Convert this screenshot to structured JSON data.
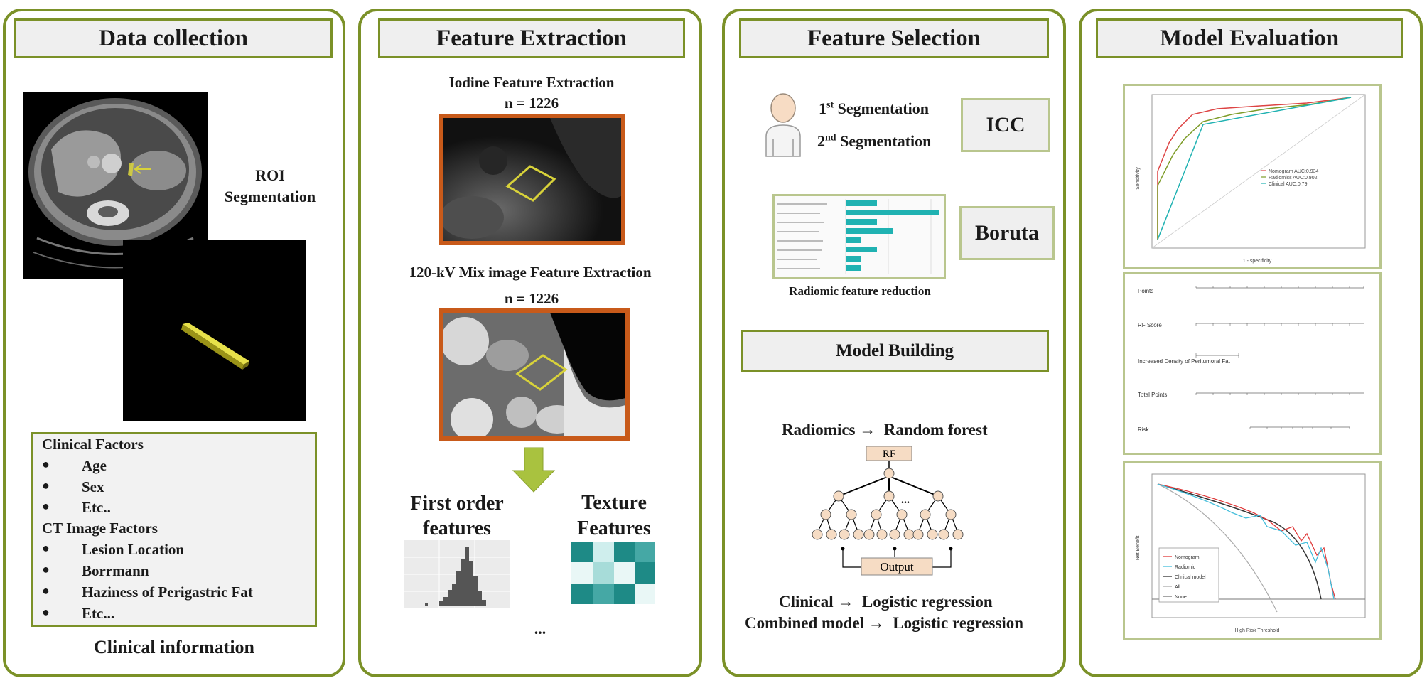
{
  "panels": {
    "data_collection": {
      "title": "Data collection",
      "roi_label_line1": "ROI",
      "roi_label_line2": "Segmentation",
      "clinical_factors_heading": "Clinical Factors",
      "clinical_factors": [
        "Age",
        "Sex",
        "Etc.."
      ],
      "ct_factors_heading": "CT Image Factors",
      "ct_factors": [
        "Lesion Location",
        "Borrmann",
        "Haziness of Perigastric Fat",
        "Etc..."
      ],
      "caption": "Clinical information"
    },
    "feature_extraction": {
      "title": "Feature Extraction",
      "iodine_title": "Iodine Feature Extraction",
      "iodine_n": "n = 1226",
      "mix_title": "120-kV Mix image Feature Extraction",
      "mix_n": "n = 1226",
      "first_order_line1": "First order",
      "first_order_line2": "features",
      "texture_line1": "Texture",
      "texture_line2": "Features",
      "ellipsis": "..."
    },
    "feature_selection": {
      "title": "Feature Selection",
      "seg1_num": "1",
      "seg1_sup": "st",
      "seg1_label": "Segmentation",
      "seg2_num": "2",
      "seg2_sup": "nd",
      "seg2_label": "Segmentation",
      "icc_label": "ICC",
      "boruta_label": "Boruta",
      "reduction_caption": "Radiomic feature reduction",
      "model_building_title": "Model Building",
      "radiomics_from": "Radiomics",
      "radiomics_to": "Random forest",
      "rf_label": "RF",
      "tree_ellipsis": "...",
      "output_label": "Output",
      "clinical_from": "Clinical",
      "clinical_to": "Logistic regression",
      "combined_from": "Combined model",
      "combined_to": "Logistic regression",
      "arrow_glyph": "→"
    },
    "model_evaluation": {
      "title": "Model Evaluation",
      "roc_legend": [
        "Nomogram AUC:0.934",
        "Radiomics AUC:0.902",
        "Clinical AUC:0.79"
      ],
      "roc_xlabel": "1 - specificity",
      "roc_ylabel": "Sensitivity",
      "nomogram_rows": [
        "Points",
        "RF Score",
        "Increased Density of Peritumoral Fat",
        "Total Points",
        "Risk"
      ],
      "dca_legend": [
        "Nomogram",
        "Radiomic",
        "Clinical model",
        "All",
        "None"
      ],
      "dca_xlabel": "High Risk Threshold",
      "dca_ylabel": "Net Benefit"
    }
  },
  "colors": {
    "panel_border": "#7b9128",
    "header_fill": "#efefef",
    "arrow_green": "#a9c23f",
    "frame_orange": "#c85a1a",
    "teal": "#20b2b2",
    "roi_yellow": "#d8d23a",
    "histogram": "#555555",
    "tree_node": "#f6dcc4"
  }
}
